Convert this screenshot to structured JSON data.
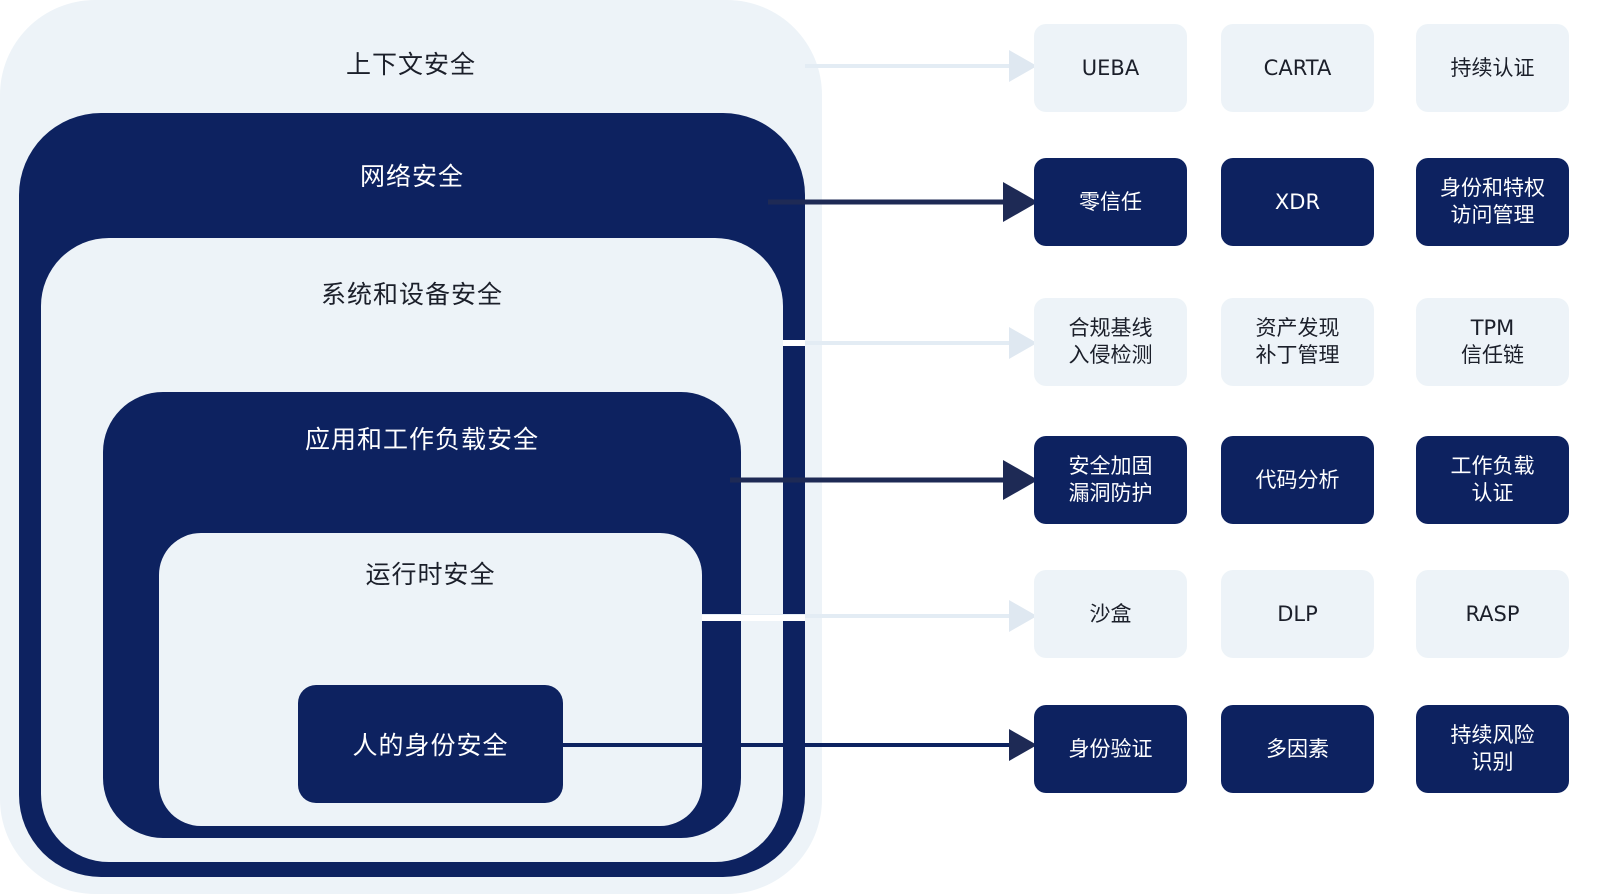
{
  "layers": [
    {
      "name": "上下文安全"
    },
    {
      "name": "网络安全"
    },
    {
      "name": "系统和设备安全"
    },
    {
      "name": "应用和工作负载安全"
    },
    {
      "name": "运行时安全"
    },
    {
      "name": "人的身份安全"
    }
  ],
  "rows": [
    {
      "tone": "light",
      "cards": [
        [
          "UEBA"
        ],
        [
          "CARTA"
        ],
        [
          "持续认证"
        ]
      ]
    },
    {
      "tone": "dark",
      "cards": [
        [
          "零信任"
        ],
        [
          "XDR"
        ],
        [
          "身份和特权",
          "访问管理"
        ]
      ]
    },
    {
      "tone": "light",
      "cards": [
        [
          "合规基线",
          "入侵检测"
        ],
        [
          "资产发现",
          "补丁管理"
        ],
        [
          "TPM",
          "信任链"
        ]
      ]
    },
    {
      "tone": "dark",
      "cards": [
        [
          "安全加固",
          "漏洞防护"
        ],
        [
          "代码分析"
        ],
        [
          "工作负载",
          "认证"
        ]
      ]
    },
    {
      "tone": "light",
      "cards": [
        [
          "沙盒"
        ],
        [
          "DLP"
        ],
        [
          "RASP"
        ]
      ]
    },
    {
      "tone": "dark",
      "cards": [
        [
          "身份验证"
        ],
        [
          "多因素"
        ],
        [
          "持续风险",
          "识别"
        ]
      ]
    }
  ],
  "colors": {
    "dark": "#0d2260",
    "light": "#edf3f8",
    "connector_light": "#e3ecf4",
    "connector_dark": "#1e2a55"
  }
}
